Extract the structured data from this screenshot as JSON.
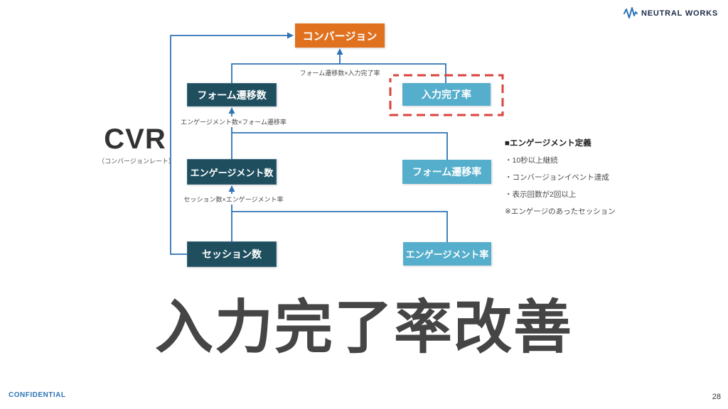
{
  "brand": {
    "name": "NEUTRAL WORKS"
  },
  "cvr": {
    "label": "CVR",
    "sub": "（コンバージョンレート）"
  },
  "diagram": {
    "nodes": {
      "conversion": "コンバージョン",
      "form_transitions": "フォーム遷移数",
      "input_completion_rate": "入力完了率",
      "engagement_count": "エンゲージメント数",
      "form_transition_rate": "フォーム遷移率",
      "sessions": "セッション数",
      "engagement_rate": "エンゲージメント率"
    },
    "formulas": {
      "conversion": "フォーム遷移数×入力完了率",
      "form_transitions": "エンゲージメント数×フォーム遷移率",
      "engagement": "セッション数×エンゲージメント率"
    }
  },
  "definition": {
    "heading": "■エンゲージメント定義",
    "items": [
      "・10秒以上継続",
      "・コンバージョンイベント達成",
      "・表示回数が2回以上"
    ],
    "note": "※エンゲージのあったセッション"
  },
  "title": {
    "main": "入力完了率改善"
  },
  "footer": {
    "confidential": "CONFIDENTIAL",
    "page_number": "28"
  },
  "colors": {
    "accent_orange": "#e0711f",
    "dark_teal": "#1f4f5f",
    "light_blue": "#55aecb",
    "line_blue": "#2e74b5",
    "highlight_red": "#d8453e",
    "brand_navy": "#1b2a46"
  }
}
